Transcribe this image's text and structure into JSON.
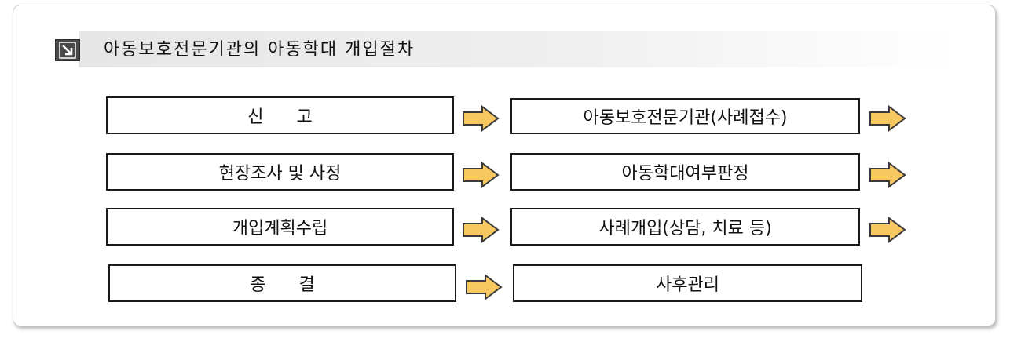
{
  "title": "아동보호전문기관의 아동학대 개입절차",
  "icon": "arrow-down-right-icon",
  "arrow_color": "#f7c860",
  "rows": [
    {
      "left": "신      고",
      "right": "아동보호전문기관(사례접수)",
      "left_arrow": true,
      "right_arrow": true
    },
    {
      "left": "현장조사 및 사정",
      "right": "아동학대여부판정",
      "left_arrow": true,
      "right_arrow": true
    },
    {
      "left": "개입계획수립",
      "right": "사례개입(상담, 치료 등)",
      "left_arrow": true,
      "right_arrow": true
    },
    {
      "left": "종      결",
      "right": "사후관리",
      "left_arrow": true,
      "right_arrow": false
    }
  ]
}
